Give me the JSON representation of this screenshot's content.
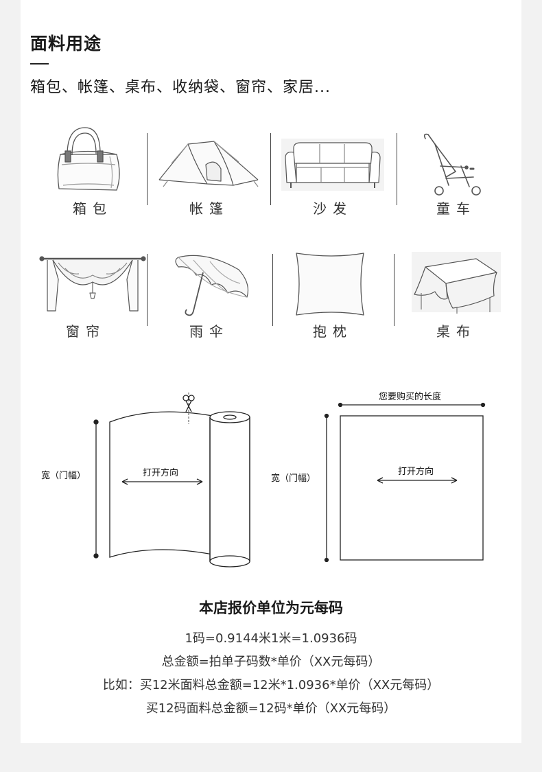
{
  "header": {
    "title": "面料用途",
    "subtitle": "箱包、帐篷、桌布、收纳袋、窗帘、家居..."
  },
  "usages": [
    {
      "label": "箱包",
      "icon": "handbag-icon"
    },
    {
      "label": "帐篷",
      "icon": "tent-icon"
    },
    {
      "label": "沙发",
      "icon": "sofa-icon"
    },
    {
      "label": "童车",
      "icon": "stroller-icon"
    },
    {
      "label": "窗帘",
      "icon": "curtain-icon"
    },
    {
      "label": "雨伞",
      "icon": "umbrella-icon"
    },
    {
      "label": "抱枕",
      "icon": "pillow-icon"
    },
    {
      "label": "桌布",
      "icon": "tablecloth-icon"
    }
  ],
  "diagram": {
    "roll": {
      "width_label": "宽（门幅）",
      "direction_label": "打开方向"
    },
    "cut": {
      "length_label": "您要购买的长度",
      "width_label": "宽（门幅）",
      "direction_label": "打开方向"
    }
  },
  "pricing": {
    "title": "本店报价单位为元每码",
    "lines": [
      "1码=0.9144米1米=1.0936码",
      "总金额=拍单子码数*单价（XX元每码）",
      "比如：买12米面料总金额=12米*1.0936*单价（XX元每码）",
      "买12码面料总金额=12码*单价（XX元每码）"
    ]
  }
}
